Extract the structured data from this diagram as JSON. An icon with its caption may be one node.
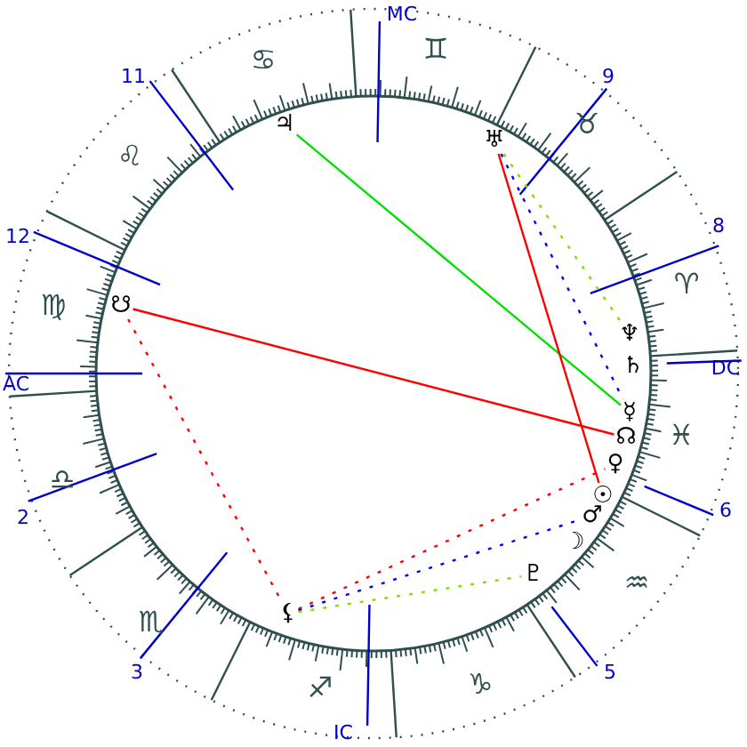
{
  "diagram": {
    "nodes": [
      {
        "text": [
          "♃"
        ]
      },
      {
        "text": [
          "♅"
        ]
      },
      {
        "text": [
          "☋"
        ]
      },
      {
        "text": [
          "♆"
        ]
      },
      {
        "text": [
          "♄"
        ]
      },
      {
        "text": [
          "☿"
        ]
      },
      {
        "text": [
          "☊"
        ]
      },
      {
        "text": [
          "♀"
        ]
      },
      {
        "text": [
          "☉"
        ]
      },
      {
        "text": [
          "♂"
        ]
      },
      {
        "text": [
          "☽"
        ]
      },
      {
        "text": [
          "♇"
        ]
      },
      {
        "text": [
          "⚸"
        ]
      }
    ],
    "edges": [
      {
        "from": 0,
        "to": 5,
        "arrow": "none",
        "color": "#00e000"
      },
      {
        "from": 1,
        "to": 8,
        "arrow": "none",
        "color": "#ff0000"
      },
      {
        "from": 1,
        "to": 3,
        "arrow": "none",
        "style": "dashed",
        "color": "#80e000"
      },
      {
        "from": 1,
        "to": 5,
        "arrow": "none",
        "style": "dashed",
        "color": "#0000ff"
      },
      {
        "from": 2,
        "to": 6,
        "arrow": "none",
        "color": "#ff0000"
      },
      {
        "from": 2,
        "to": 12,
        "arrow": "none",
        "style": "dashed",
        "color": "#ff0000"
      },
      {
        "from": 12,
        "to": 7,
        "arrow": "none",
        "style": "dashed",
        "color": "#ff0000"
      },
      {
        "from": 12,
        "to": 9,
        "arrow": "none",
        "style": "dashed",
        "color": "#0000ff"
      },
      {
        "from": 12,
        "to": 11,
        "arrow": "none",
        "style": "dashed",
        "color": "#80e000"
      }
    ],
    "labels": [
      "MC",
      "♋",
      "♊",
      "11",
      "9",
      "♉",
      "♌",
      "8",
      "♈",
      "12",
      "♍",
      "AC",
      "DC",
      "♓",
      "♎",
      "2",
      "6",
      "♒",
      "♏",
      "3",
      "5",
      "♑",
      "♐",
      "IC"
    ]
  }
}
